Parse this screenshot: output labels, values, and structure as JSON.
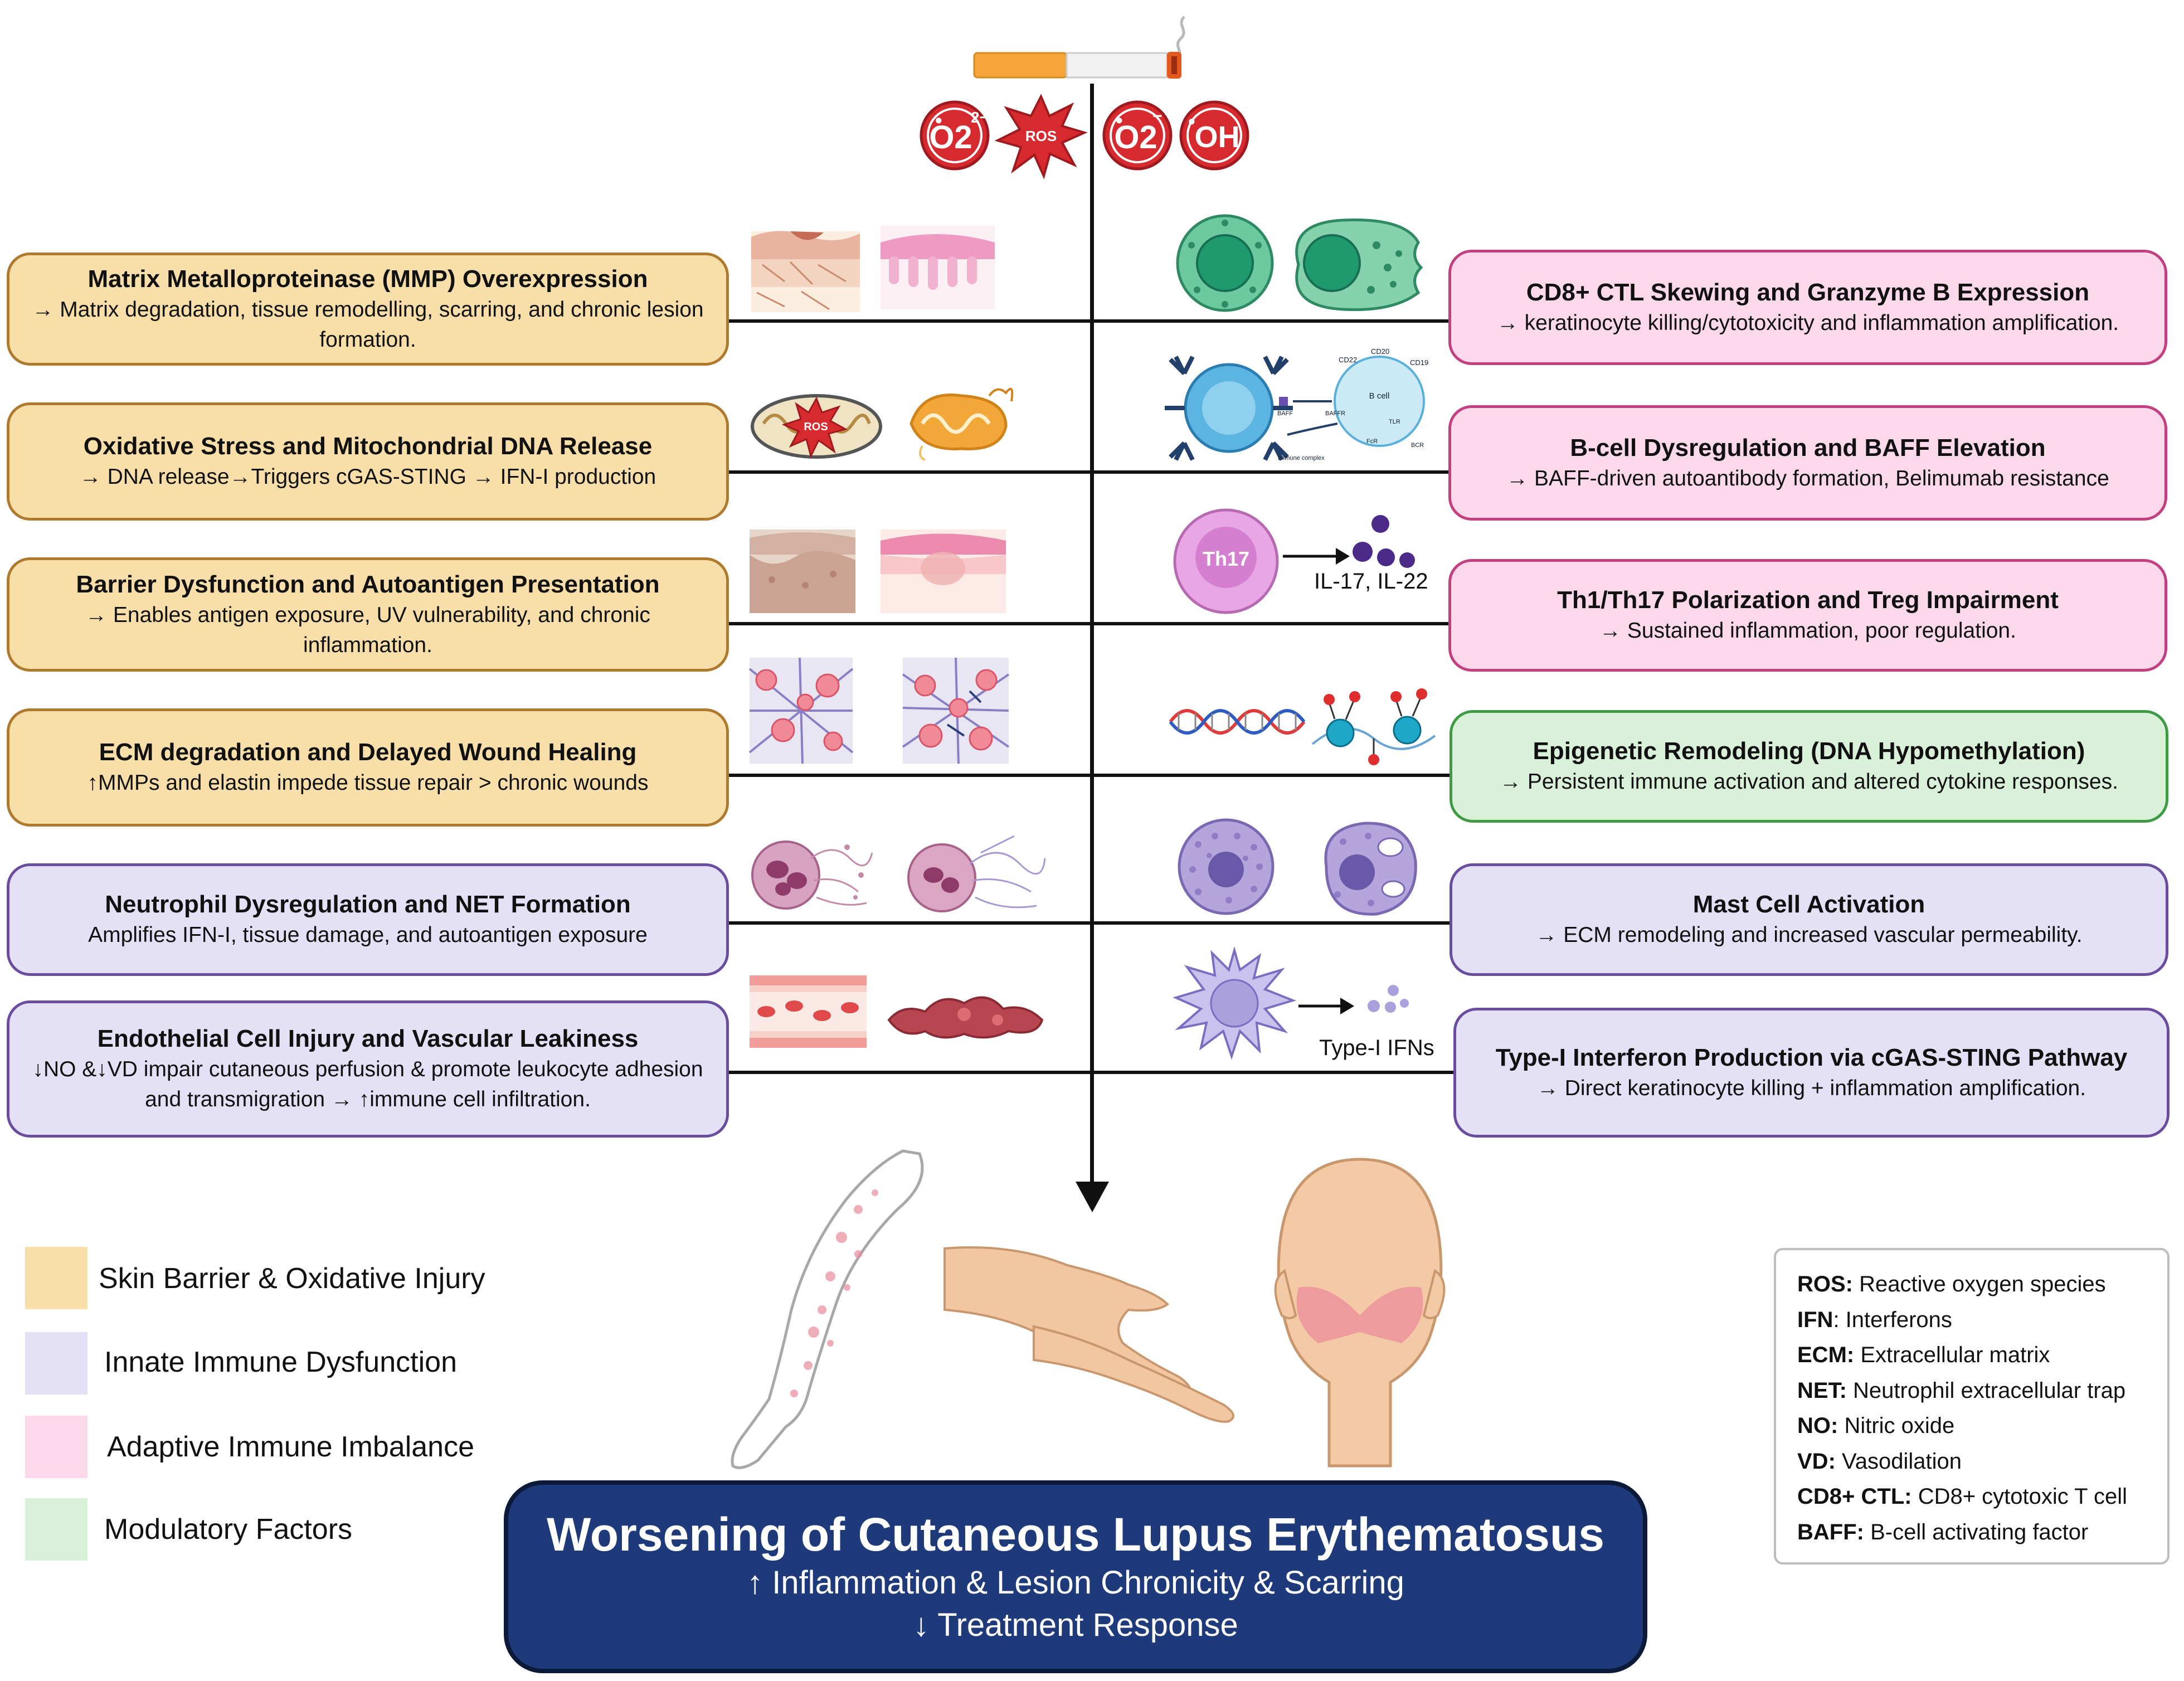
{
  "left_boxes": [
    {
      "title": "Matrix Metalloproteinase (MMP) Overexpression",
      "desc": "→ Matrix degradation, tissue remodelling, scarring, and chronic lesion formation.",
      "category": "skin"
    },
    {
      "title": "Oxidative Stress and Mitochondrial DNA Release",
      "desc": "→ DNA release→Triggers cGAS-STING → IFN-I production",
      "category": "skin"
    },
    {
      "title": "Barrier Dysfunction and Autoantigen Presentation",
      "desc": "→ Enables antigen exposure, UV vulnerability, and chronic inflammation.",
      "category": "skin"
    },
    {
      "title": "ECM degradation and Delayed Wound Healing",
      "desc": "↑MMPs and elastin impede tissue repair > chronic wounds",
      "category": "skin"
    },
    {
      "title": "Neutrophil Dysregulation and NET Formation",
      "desc": "Amplifies IFN-I, tissue damage, and autoantigen exposure",
      "category": "innate"
    },
    {
      "title": "Endothelial Cell Injury and Vascular Leakiness",
      "desc": "↓NO &↓VD impair cutaneous perfusion & promote leukocyte adhesion and transmigration → ↑immune cell infiltration.",
      "category": "innate"
    }
  ],
  "right_boxes": [
    {
      "title": "CD8+ CTL Skewing and Granzyme B Expression",
      "desc": "→ keratinocyte killing/cytotoxicity and inflammation amplification.",
      "category": "adaptive"
    },
    {
      "title": "B-cell Dysregulation and BAFF Elevation",
      "desc": "→ BAFF-driven autoantibody formation, Belimumab resistance",
      "category": "adaptive"
    },
    {
      "title": "Th1/Th17 Polarization and Treg Impairment",
      "desc": "→ Sustained inflammation, poor regulation.",
      "category": "adaptive"
    },
    {
      "title": "Epigenetic Remodeling (DNA Hypomethylation)",
      "desc": "→ Persistent immune activation and altered cytokine responses.",
      "category": "modulatory"
    },
    {
      "title": "Mast Cell Activation",
      "desc": "→ ECM remodeling and increased vascular permeability.",
      "category": "innate"
    },
    {
      "title": "Type-I Interferon Production via cGAS-STING Pathway",
      "desc": "→ Direct keratinocyte killing + inflammation amplification.",
      "category": "innate"
    }
  ],
  "ros_badges": {
    "superoxide_2": "O2",
    "ros": "ROS",
    "superoxide": "O2",
    "hydroxyl": "OH"
  },
  "icon_labels": {
    "th17": "Th17",
    "cytokines": "IL-17, IL-22",
    "type1": "Type-I IFNs",
    "bcell": "B cell",
    "cd20": "CD20",
    "cd22": "CD22",
    "cd19": "CD19",
    "baff": "BAFF",
    "baffr": "BAFFR",
    "immune_complex": "Immune complex",
    "fcr": "FcR",
    "bcr": "BCR",
    "tlr": "TLR"
  },
  "legend": [
    {
      "label": "Skin Barrier & Oxidative Injury",
      "color": "#f8dfa9"
    },
    {
      "label": "Innate Immune Dysfunction",
      "color": "#e4e0f5"
    },
    {
      "label": "Adaptive Immune Imbalance",
      "color": "#fbd8ea"
    },
    {
      "label": "Modulatory Factors",
      "color": "#d9f0d9"
    }
  ],
  "abbreviations": [
    {
      "abbr": "ROS:",
      "full": " Reactive oxygen species"
    },
    {
      "abbr": "IFN",
      "full": ": Interferons"
    },
    {
      "abbr": "ECM:",
      "full": " Extracellular matrix"
    },
    {
      "abbr": "NET:",
      "full": " Neutrophil extracellular trap"
    },
    {
      "abbr": "NO:",
      "full": " Nitric oxide"
    },
    {
      "abbr": "VD:",
      "full": " Vasodilation"
    },
    {
      "abbr": "CD8+ CTL:",
      "full": " CD8+ cytotoxic T cell"
    },
    {
      "abbr": "BAFF:",
      "full": " B-cell activating factor"
    }
  ],
  "outcome": {
    "title": "Worsening of Cutaneous Lupus Erythematosus",
    "line1": "↑ Inflammation & Lesion Chronicity & Scarring",
    "line2": "↓ Treatment Response"
  },
  "colors": {
    "skin": "#f8dfa9",
    "innate": "#e4e0f5",
    "adaptive": "#fbd8ea",
    "modulatory": "#d9f0d9",
    "outcome": "#1e3a7b",
    "ros_red": "#d62a2f"
  }
}
